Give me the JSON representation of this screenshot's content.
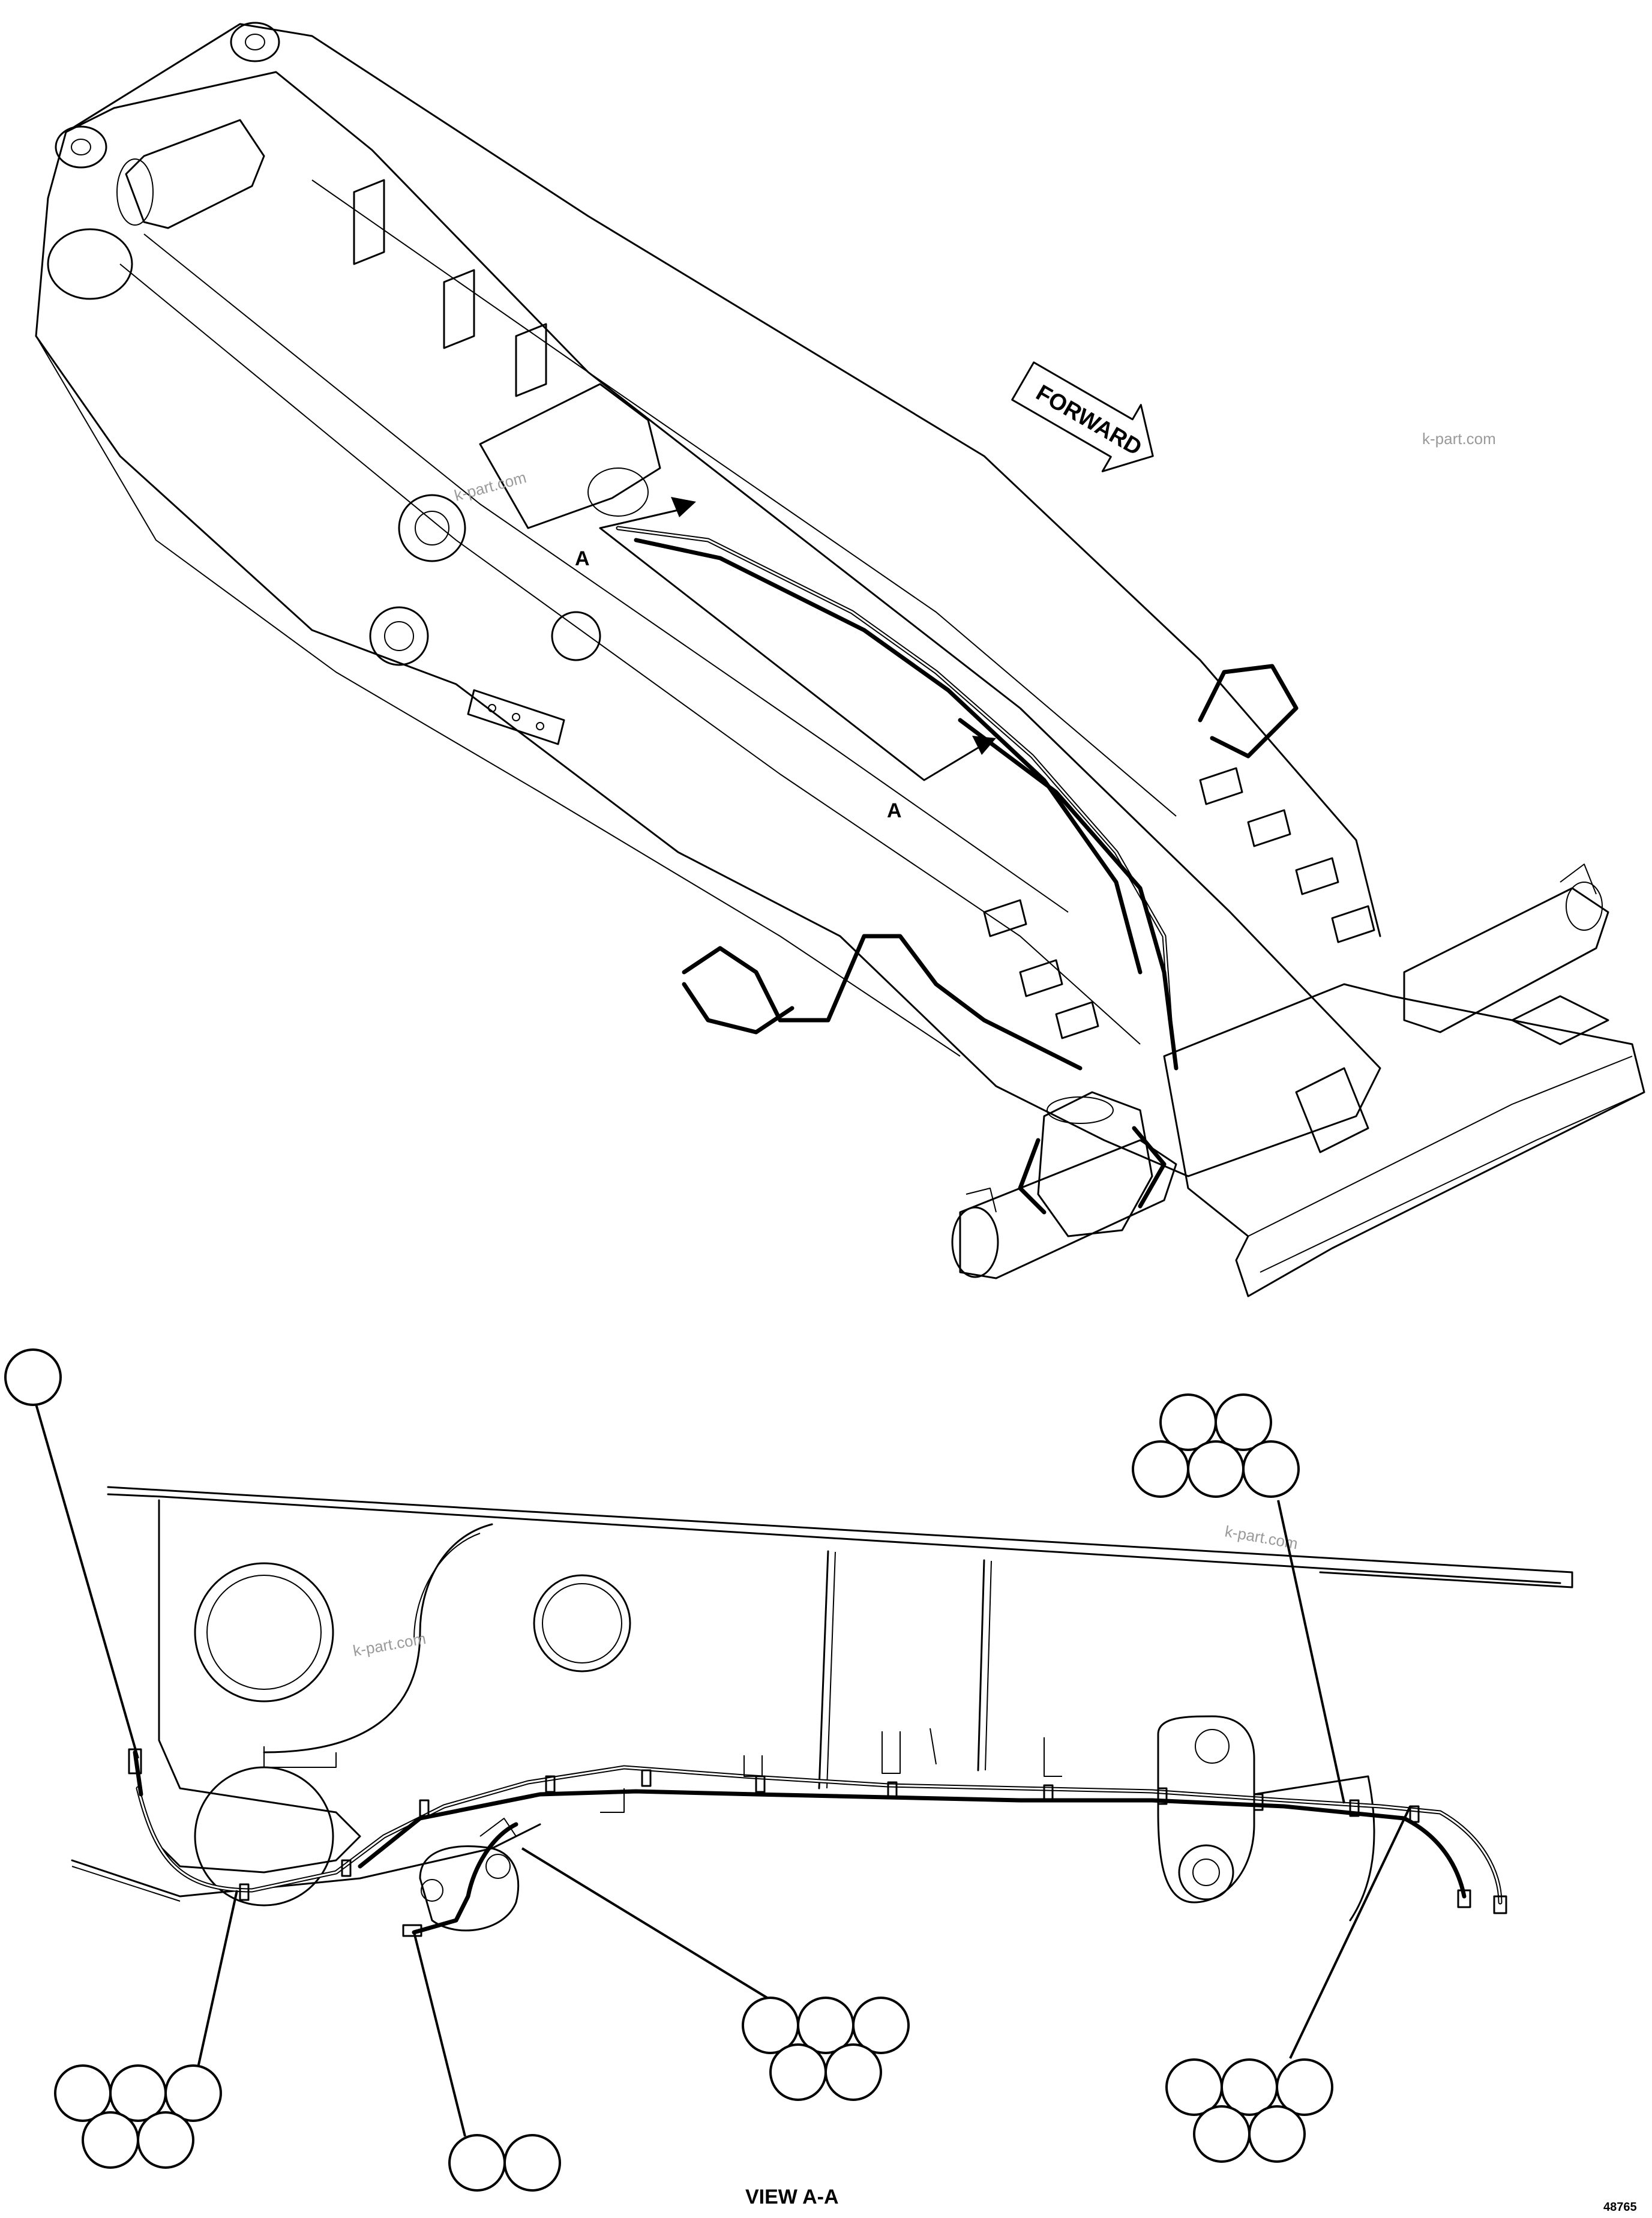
{
  "upper_view": {
    "direction_label": "FORWARD",
    "section_marker_top": "A",
    "section_marker_bottom": "A"
  },
  "watermarks": [
    "k-part.com",
    "k-part.com",
    "k-part.com",
    "k-part.com"
  ],
  "lower_view": {
    "title": "VIEW A-A"
  },
  "figure_number": "48765"
}
